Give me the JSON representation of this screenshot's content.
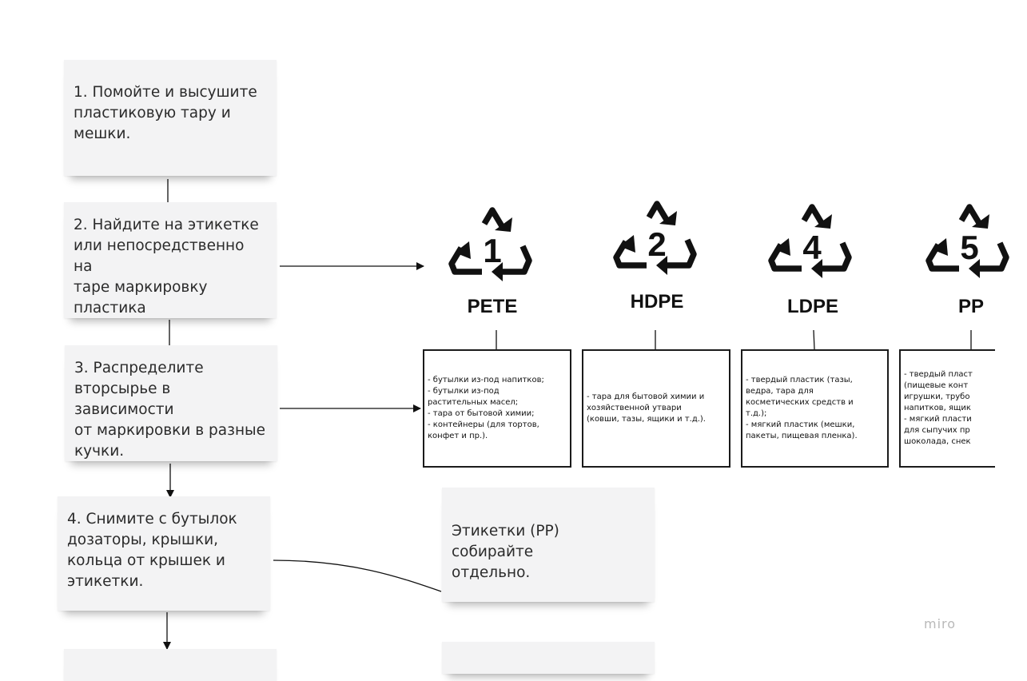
{
  "steps": [
    {
      "lines": [
        "1. Помойте и высушите",
        "пластиковую тару и",
        "мешки."
      ]
    },
    {
      "lines": [
        "2. Найдите на этикетке",
        "или непосредственно на",
        "таре маркировку",
        "пластика"
      ]
    },
    {
      "lines": [
        "3. Распределите",
        "вторсырье в зависимости",
        "от маркировки в разные",
        "кучки."
      ]
    },
    {
      "lines": [
        "4. Снимите с бутылок",
        "дозаторы, крышки,",
        "кольца от крышек и",
        "этикетки."
      ]
    }
  ],
  "note": {
    "lines": [
      "Этикетки (PP) собирайте",
      "отдельно."
    ]
  },
  "plastics": [
    {
      "number": "1",
      "code": "PETE",
      "description": "- бутылки из-под напитков;\n- бутылки из-под\nрастительных масел;\n- тара от бытовой химии;\n- контейнеры (для тортов,\nконфет и пр.)."
    },
    {
      "number": "2",
      "code": "HDPE",
      "description": "- тара для  бытовой химии и\nхозяйственной утвари\n(ковши, тазы, ящики и т.д.)."
    },
    {
      "number": "4",
      "code": "LDPE",
      "description": "- твердый пластик (тазы,\nведра, тара для\nкосметических средств и\nт.д.);\n- мягкий пластик (мешки,\nпакеты, пищевая пленка)."
    },
    {
      "number": "5",
      "code": "PP",
      "description": "- твердый пласт\n(пищевые конт\nигрушки, трубо\nнапитков, ящик\n- мягкий пласти\nдля сыпучих пр\nшоколада, снек"
    }
  ],
  "watermark": "miro",
  "colors": {
    "sticky": "#f3f3f4",
    "ink": "#111111",
    "watermark": "#b9b9b9"
  }
}
